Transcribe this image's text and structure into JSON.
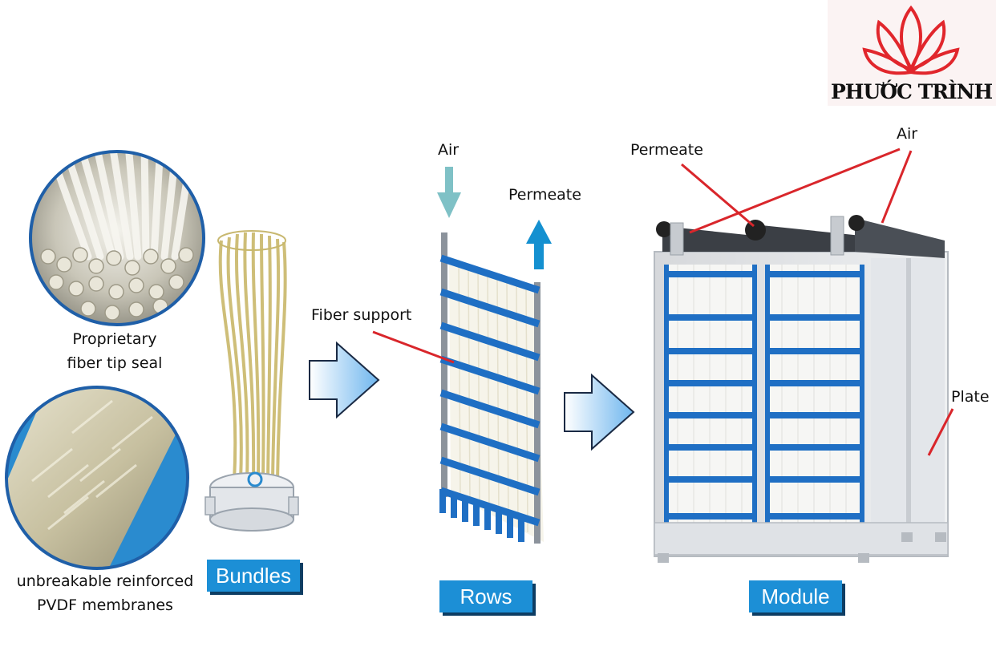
{
  "logo": {
    "text": "PHƯỚC TRÌNH",
    "icon": "lotus-icon",
    "color": "#e1262c"
  },
  "labels": {
    "fiber_tip_seal": [
      "Proprietary",
      "fiber tip seal"
    ],
    "membranes": [
      "unbreakable reinforced",
      "PVDF membranes"
    ],
    "air_rows": "Air",
    "permeate_rows": "Permeate",
    "fiber_support": "Fiber support",
    "permeate_module": "Permeate",
    "air_module": "Air",
    "plate": "Plate"
  },
  "stages": [
    {
      "label": "Bundles"
    },
    {
      "label": "Rows"
    },
    {
      "label": "Module"
    }
  ],
  "colors": {
    "tag_bg": "#1c8fd6",
    "tag_shadow": "#0d3d63",
    "frame_blue": "#1f6fc4",
    "leader_red": "#d9262b",
    "air_arrow": "#7fc1c6",
    "permeate_arrow": "#1490d0"
  }
}
